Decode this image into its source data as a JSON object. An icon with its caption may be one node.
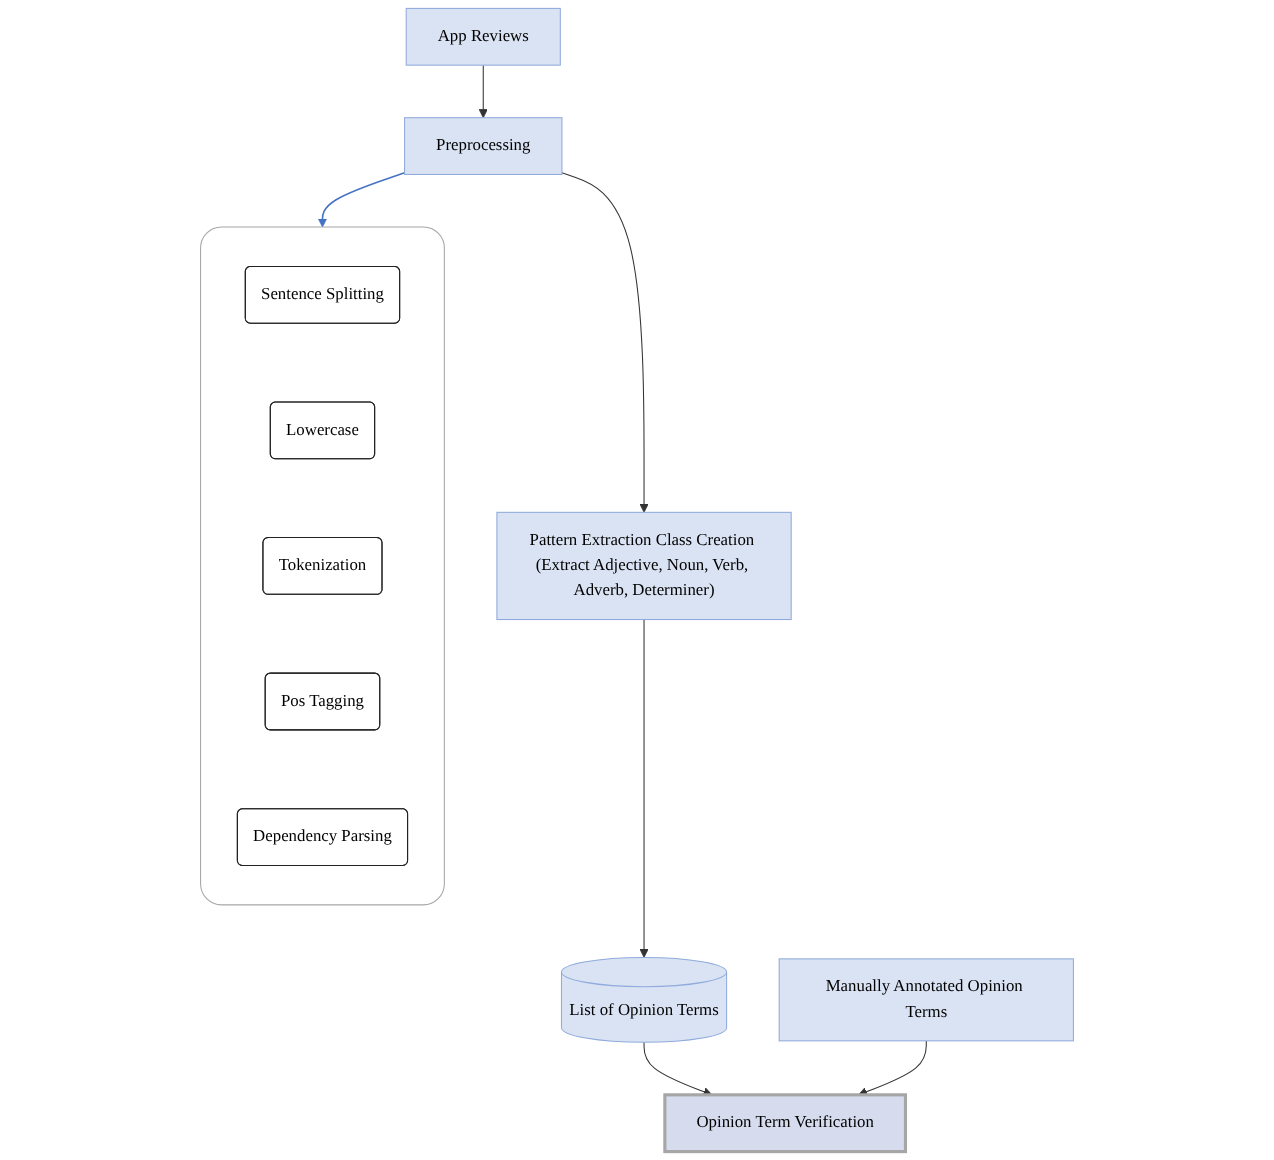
{
  "diagram": {
    "nodes": [
      {
        "text": [
          "App Reviews"
        ]
      },
      {
        "text": [
          "Preprocessing"
        ]
      },
      {
        "text": [
          "Pattern Extraction Class Creation (Extract Adjective, Noun, Verb, Adverb, Determiner)"
        ]
      },
      {
        "text": [
          "List of Opinion Terms"
        ]
      },
      {
        "text": [
          "Manually Annotated Opinion Terms"
        ]
      },
      {
        "text": [
          "Opinion Term Verification"
        ]
      },
      {
        "text": [],
        "shape": "box"
      },
      {
        "text": [
          "Sentence Splitting"
        ],
        "in": 6
      },
      {
        "text": [
          "Lowercase"
        ],
        "in": 6
      },
      {
        "text": [
          "Tokenization"
        ],
        "in": 6
      },
      {
        "text": [
          "Pos Tagging"
        ],
        "in": 6
      },
      {
        "text": [
          "Dependency Parsing"
        ],
        "in": 6
      }
    ],
    "edges": [
      {
        "from": 0,
        "to": 1,
        "arrow": "to"
      },
      {
        "from": 1,
        "to": 2,
        "arrow": "to"
      },
      {
        "from": 2,
        "to": 3,
        "arrow": "to"
      },
      {
        "from": 3,
        "to": 5,
        "arrow": "to"
      },
      {
        "from": 4,
        "to": 5,
        "arrow": "to"
      },
      {
        "from": 1,
        "to": 6,
        "arrow": "to",
        "color": "#4472c4"
      }
    ]
  }
}
